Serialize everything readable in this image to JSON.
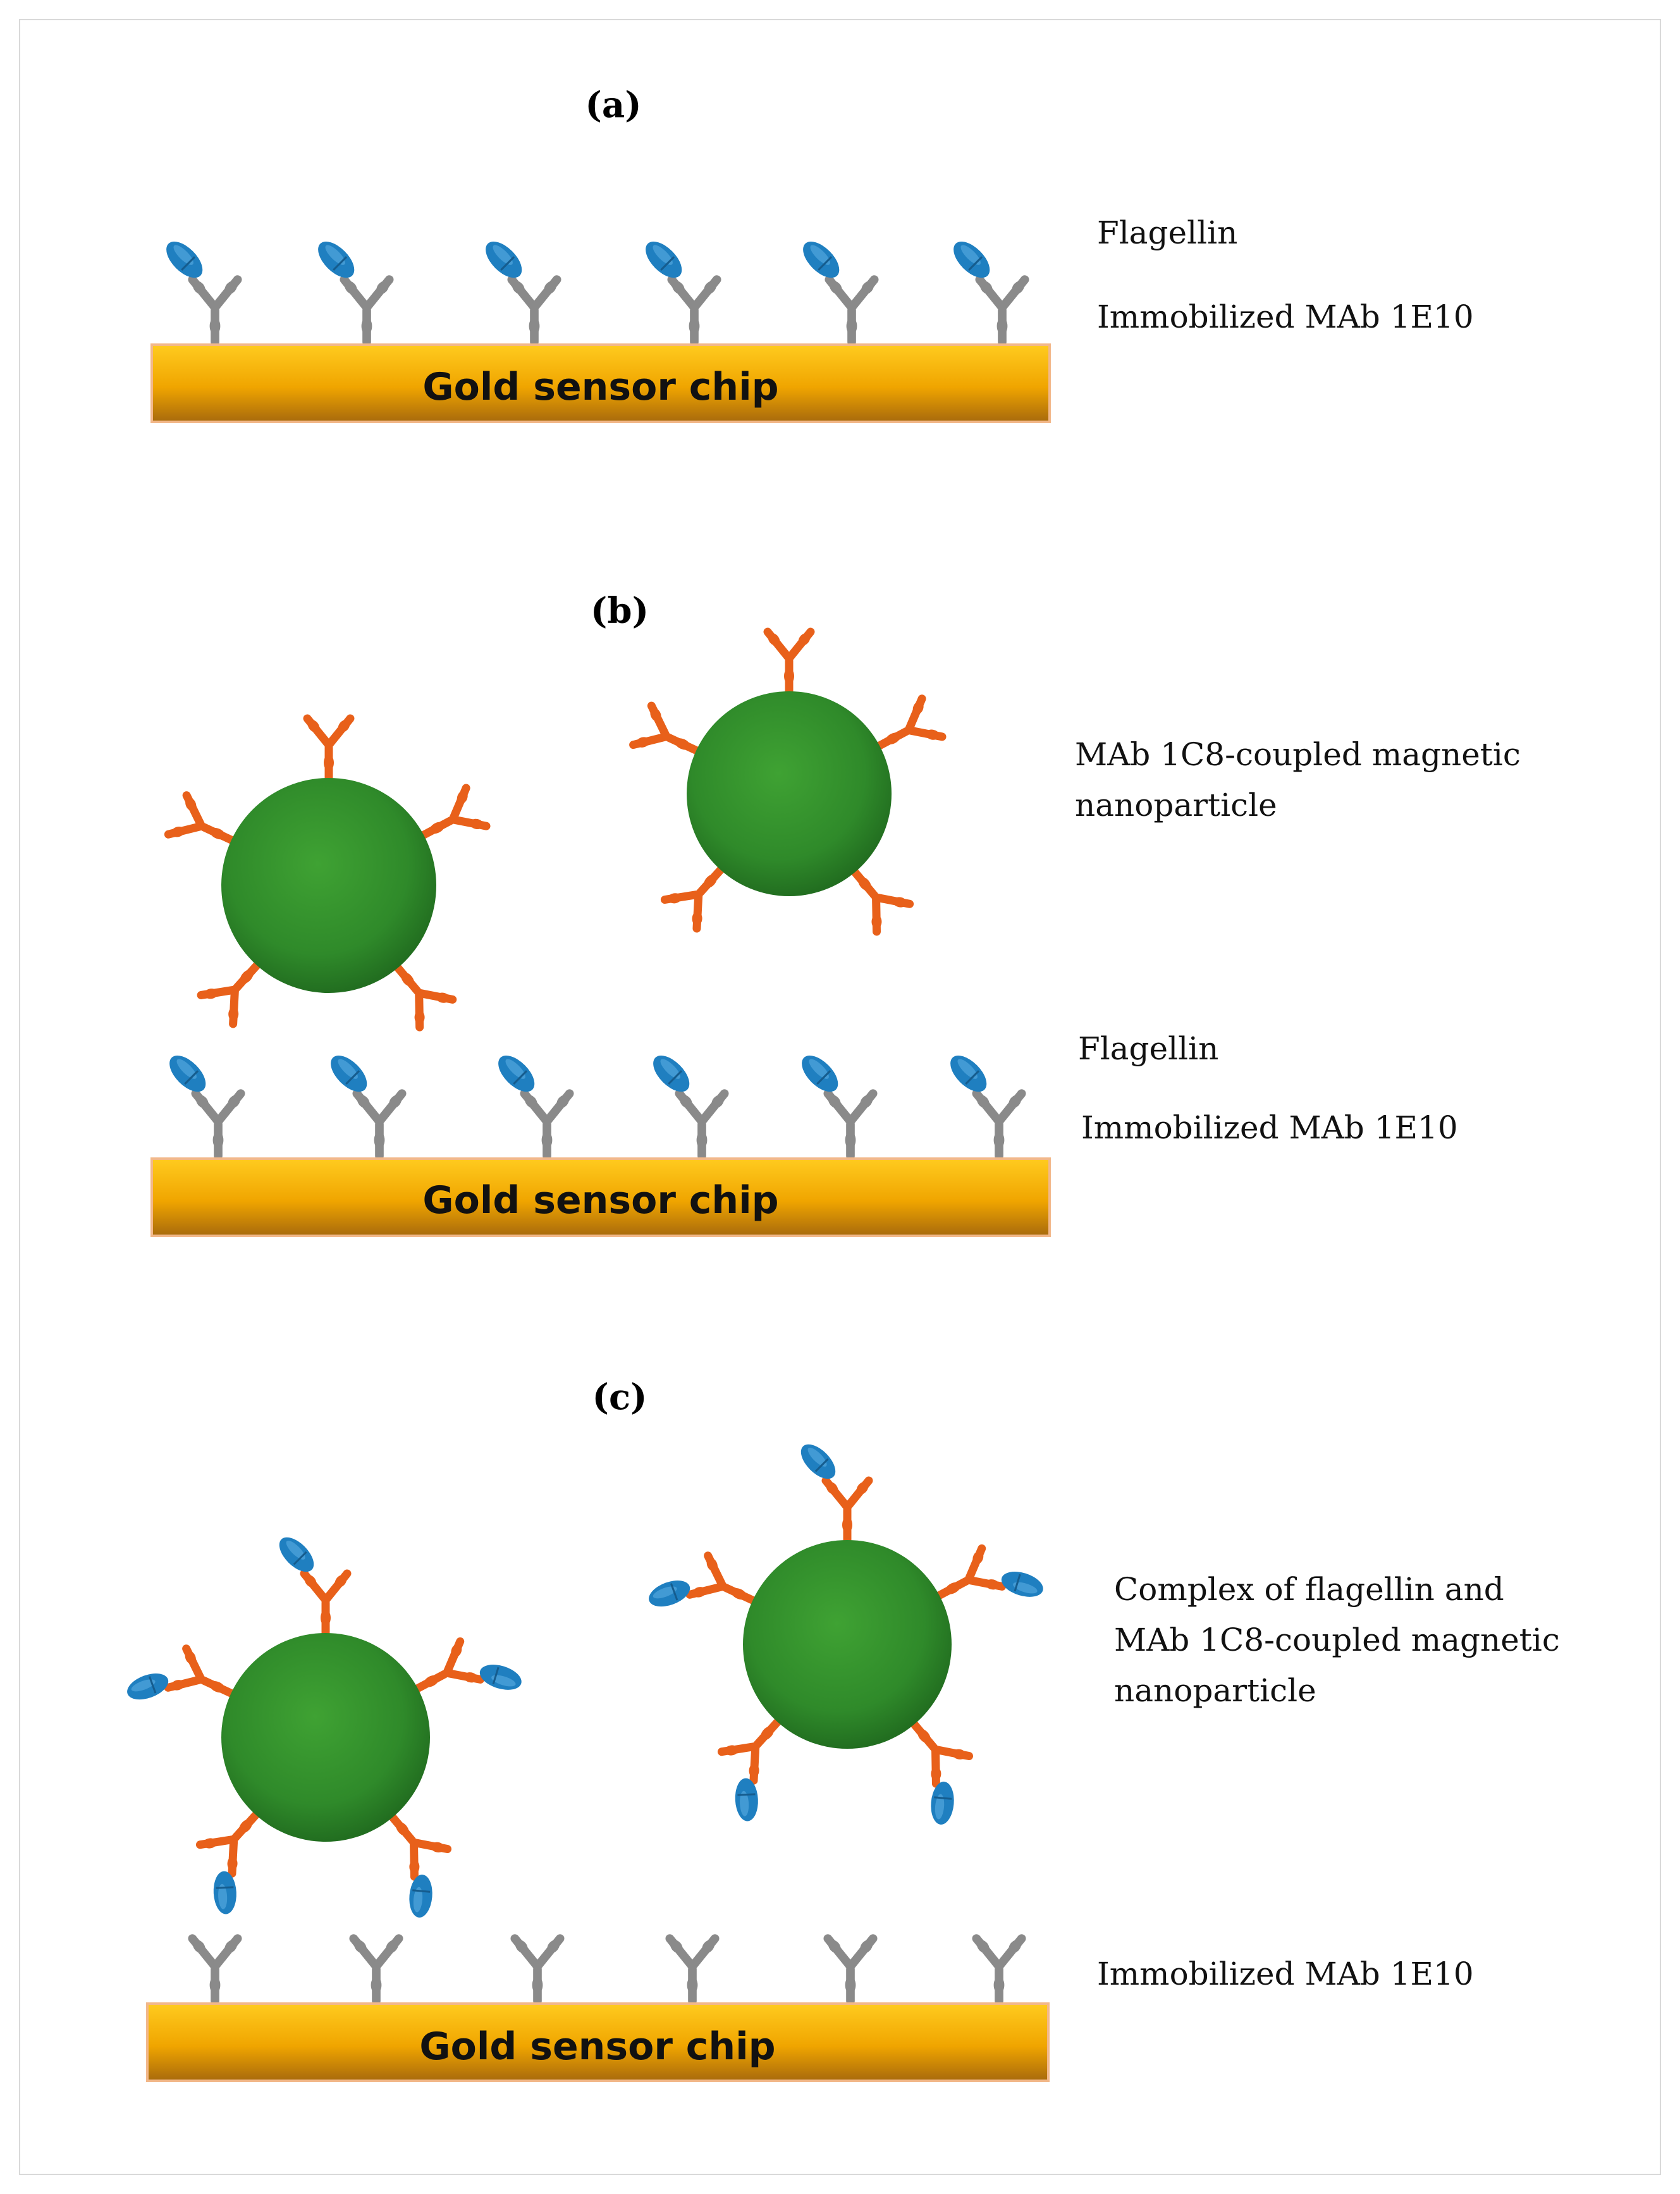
{
  "panels": {
    "a": {
      "letter": "(a)",
      "labels": {
        "flagellin": "Flagellin",
        "immobilized": "Immobilized MAb 1E10"
      },
      "chip": "Gold sensor chip"
    },
    "b": {
      "letter": "(b)",
      "labels": {
        "nanoparticle_line1": "MAb 1C8-coupled magnetic",
        "nanoparticle_line2": "nanoparticle",
        "flagellin": "Flagellin",
        "immobilized": "Immobilized MAb 1E10"
      },
      "chip": "Gold sensor chip"
    },
    "c": {
      "letter": "(c)",
      "labels": {
        "complex_line1": "Complex of flagellin and",
        "complex_line2": "MAb 1C8-coupled magnetic",
        "complex_line3": "nanoparticle",
        "immobilized": "Immobilized MAb 1E10"
      },
      "chip": "Gold sensor chip"
    }
  },
  "colors": {
    "gold_top": "#ffc107",
    "gold_bottom": "#b87808",
    "antibody_gray": "#8a8a8a",
    "antibody_orange": "#e8601a",
    "flagellin_blue": "#1f7fc0",
    "nanoparticle_green": "#34902c"
  }
}
